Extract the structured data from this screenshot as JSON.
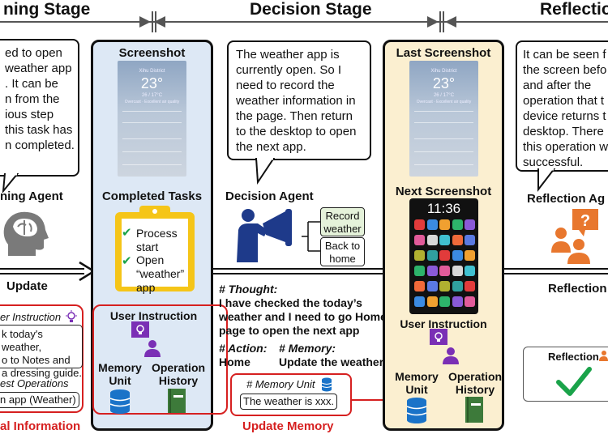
{
  "stages": {
    "left": "ning Stage",
    "middle": "Decision Stage",
    "right": "Reflection"
  },
  "planning": {
    "bubble_lines": [
      "ed to open",
      "weather app",
      ". It can be",
      "n from the",
      "ious step",
      "this task has",
      "n completed."
    ],
    "agent_label": "ning Agent",
    "update_label": "Update",
    "user_instruction_title": "er Instruction",
    "user_instruction_lines": [
      "k today's weather,",
      "o to Notes and",
      "a dressing guide."
    ],
    "est_operations_title": "est Operations",
    "est_operations_value": "n app (Weather)",
    "footer": "al Information"
  },
  "screenshot_panel": {
    "title": "Screenshot",
    "completed_tasks": "Completed Tasks",
    "tasks": [
      {
        "check": "✔",
        "lines": [
          "Process",
          "start"
        ]
      },
      {
        "check": "✔",
        "lines": [
          "Open",
          "“weather”",
          "app"
        ]
      }
    ],
    "user_instruction": "User Instruction",
    "memory_unit": "Memory Unit",
    "operation_history": "Operation History"
  },
  "phone_weather": {
    "city": "Xihu District",
    "temp": "23°",
    "sub": "26 / 17°C",
    "status": "Overcast · Excellent air quality"
  },
  "decision": {
    "bubble_lines": [
      "The weather app is",
      "currently open. So I",
      "need to record the",
      "weather information in",
      "the page. Then return",
      "to the desktop to open",
      "the next app."
    ],
    "agent_label": "Decision Agent",
    "option1": [
      "Record",
      "weather"
    ],
    "option2": [
      "Back to",
      "home"
    ],
    "thought_title": "# Thought:",
    "thought_lines": [
      "I have checked the today’s",
      "weather and I need to go Home",
      "page to open the next app"
    ],
    "action_title": "# Action:",
    "action_value": "Home",
    "memory_title": "# Memory:",
    "memory_value": "Update the weather",
    "memory_unit_title": "# Memory Unit",
    "memory_unit_value": "The weather is xxx.",
    "update_memory": "Update Memory"
  },
  "reflection_panel": {
    "last_screenshot": "Last Screenshot",
    "next_screenshot": "Next Screenshot",
    "clock": "11:36",
    "user_instruction": "User Instruction",
    "memory_unit": "Memory Unit",
    "operation_history": "Operation History"
  },
  "reflection": {
    "bubble_lines": [
      "It can be seen f",
      "the screen befo",
      "and after the",
      "operation that t",
      "device returns t",
      "desktop. There",
      "this operation w",
      "successful."
    ],
    "agent_label": "Reflection Ag",
    "update_label": "Reflection",
    "result_label": "Reflection"
  },
  "colors": {
    "screenshot_panel_bg": "#dde8f5",
    "reflection_panel_bg": "#fbefd0",
    "red": "#d62020",
    "clipboard": "#f5c518",
    "check": "#1aa34a",
    "purple": "#7a2fb5",
    "blue": "#1a73c8",
    "navy": "#1e3a8a",
    "orange": "#e8772e",
    "green_book": "#3d7a3a"
  }
}
